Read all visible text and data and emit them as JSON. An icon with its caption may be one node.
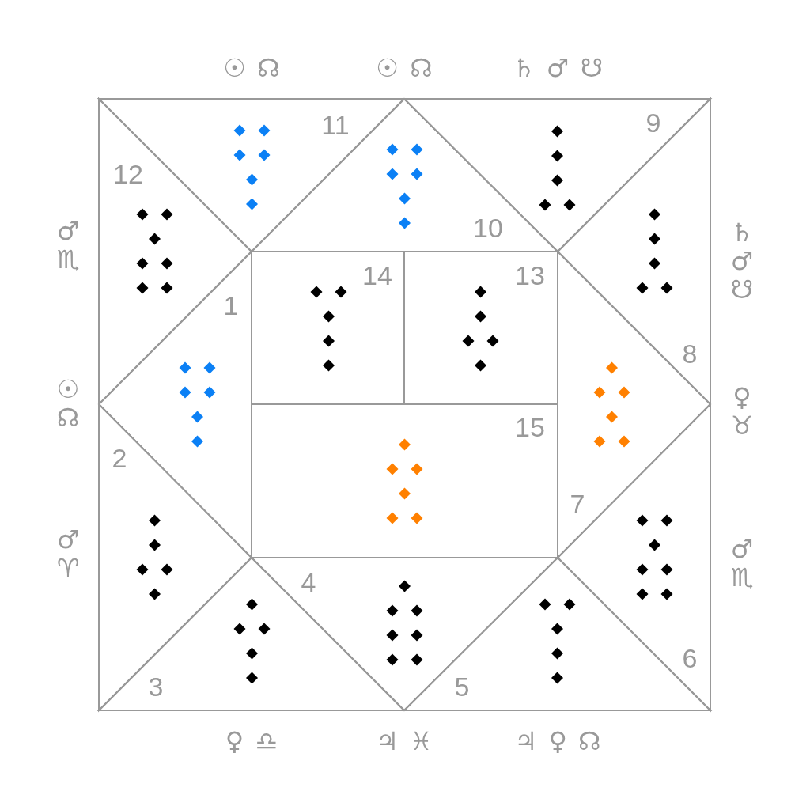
{
  "diagram": {
    "nodes": [
      {
        "text": [
          "1"
        ],
        "beside": [
          "☉ ☊"
        ]
      },
      {
        "text": [
          "2"
        ],
        "beside": [
          "♂ ♈"
        ]
      },
      {
        "text": [
          "3"
        ],
        "beside": [
          "♀ ♎"
        ]
      },
      {
        "text": [
          "4"
        ],
        "beside": [
          "♃ ♓"
        ]
      },
      {
        "text": [
          "5"
        ],
        "beside": [
          "♃ ♀ ☊"
        ]
      },
      {
        "text": [
          "6"
        ],
        "beside": [
          "♂ ♏"
        ]
      },
      {
        "text": [
          "7"
        ],
        "beside": [
          "♀ ♉"
        ]
      },
      {
        "text": [
          "8"
        ],
        "beside": [
          "♄ ♂ ☋"
        ]
      },
      {
        "text": [
          "9"
        ],
        "beside": [
          "♄ ♂ ☋"
        ]
      },
      {
        "text": [
          "10"
        ],
        "beside": [
          "☉ ☊"
        ]
      },
      {
        "text": [
          "11"
        ],
        "beside": [
          "☉ ☊"
        ]
      },
      {
        "text": [
          "12"
        ],
        "beside": [
          "♂ ♏"
        ]
      },
      {
        "text": [
          "13"
        ]
      },
      {
        "text": [
          "14"
        ]
      },
      {
        "text": [
          "15"
        ]
      }
    ]
  }
}
